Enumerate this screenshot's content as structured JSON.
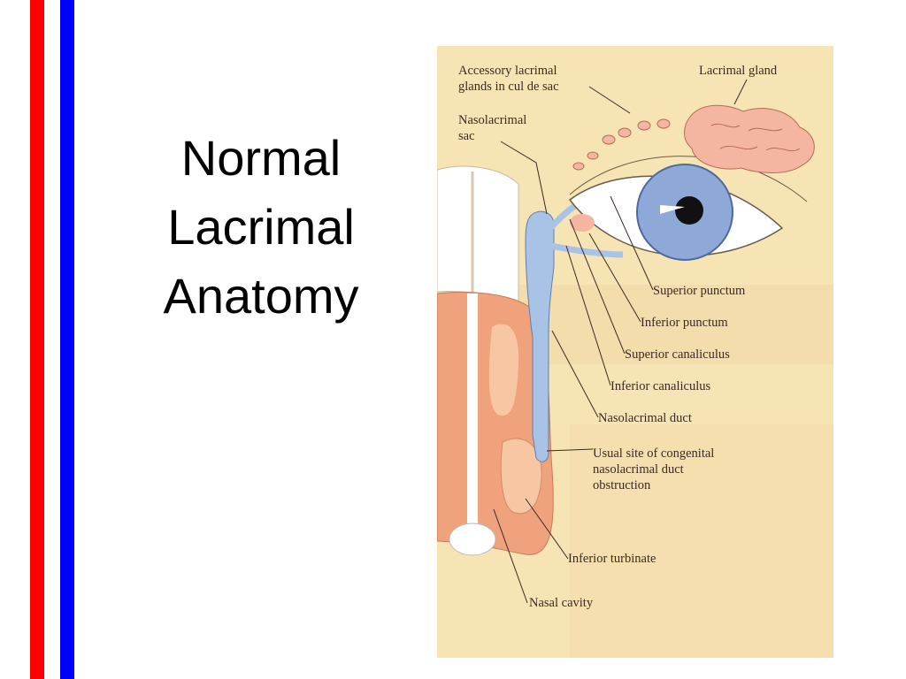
{
  "slide": {
    "title_lines": [
      "Normal",
      "Lacrimal",
      "Anatomy"
    ],
    "stripe_colors": {
      "red": "#ff0000",
      "blue": "#0000ff"
    }
  },
  "diagram": {
    "labels": {
      "accessory_glands_1": "Accessory lacrimal",
      "accessory_glands_2": "glands in cul de sac",
      "lacrimal_gland": "Lacrimal gland",
      "nasolacrimal_sac_1": "Nasolacrimal",
      "nasolacrimal_sac_2": "sac",
      "superior_punctum": "Superior punctum",
      "inferior_punctum": "Inferior punctum",
      "superior_canaliculus": "Superior canaliculus",
      "inferior_canaliculus": "Inferior canaliculus",
      "nasolacrimal_duct": "Nasolacrimal duct",
      "congenital_site_1": "Usual site of congenital",
      "congenital_site_2": "nasolacrimal duct",
      "congenital_site_3": "obstruction",
      "inferior_turbinate": "Inferior turbinate",
      "nasal_cavity": "Nasal cavity"
    },
    "colors": {
      "background": "#f7e4b4",
      "drainage_system": "#a9c3e6",
      "gland": "#f4b6a0",
      "nasal_tissue": "#f0a27c",
      "iris": "#8ea8d8"
    }
  }
}
